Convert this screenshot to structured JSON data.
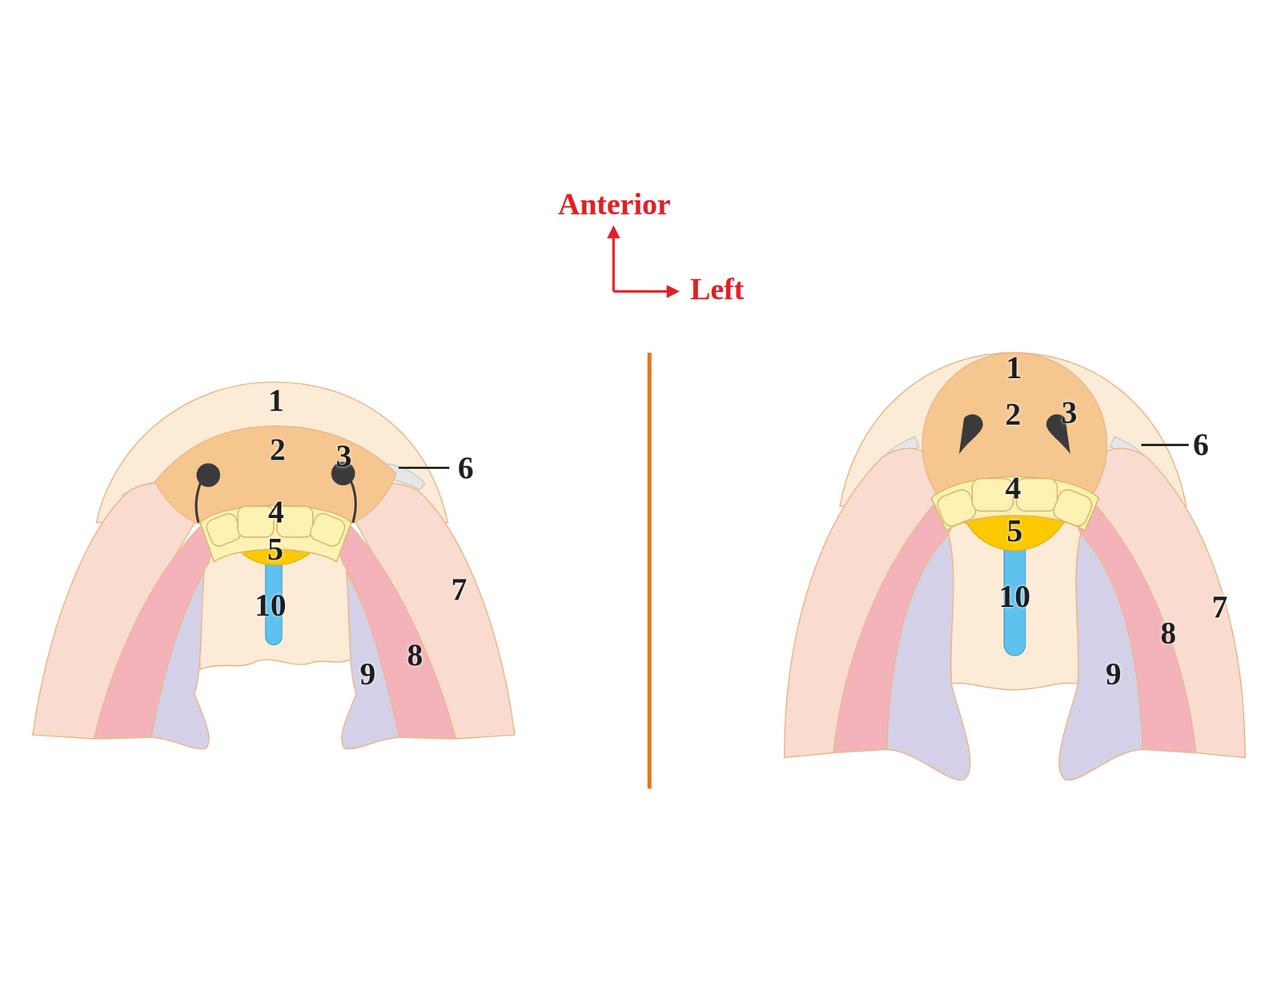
{
  "diagram": {
    "labels": [
      "Anterior",
      "Left",
      "1",
      "2",
      "3",
      "4",
      "5",
      "6",
      "7",
      "8",
      "9",
      "10",
      "1",
      "2",
      "3",
      "4",
      "5",
      "6",
      "7",
      "8",
      "9",
      "10"
    ]
  }
}
